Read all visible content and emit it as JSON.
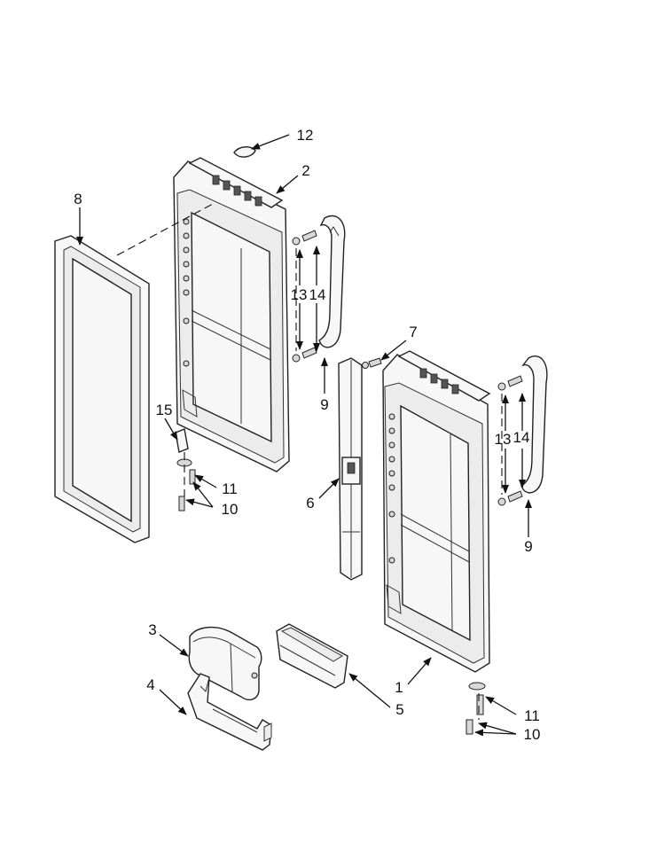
{
  "diagram": {
    "callouts": [
      "12",
      "2",
      "8",
      "13",
      "14",
      "7",
      "9",
      "15",
      "11",
      "10",
      "6",
      "13",
      "14",
      "9",
      "3",
      "4",
      "5",
      "1",
      "11",
      "10"
    ]
  }
}
